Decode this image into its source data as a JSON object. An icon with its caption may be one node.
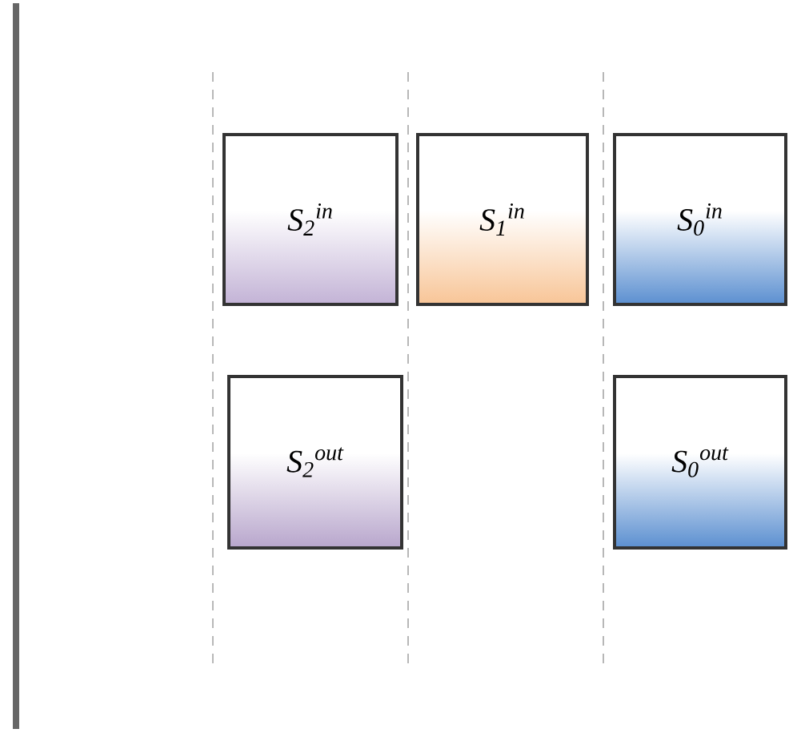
{
  "diagram": {
    "nodes": [
      {
        "text": [
          "S$_{2}$$^{in}$"
        ]
      },
      {
        "text": [
          "S$_{1}$$^{in}$"
        ]
      },
      {
        "text": [
          "S$_{0}$$^{in}$"
        ]
      },
      {
        "text": [
          "S$_{2}$$^{out}$"
        ]
      },
      {
        "text": [
          "S$_{0}$$^{out}$"
        ]
      }
    ]
  }
}
